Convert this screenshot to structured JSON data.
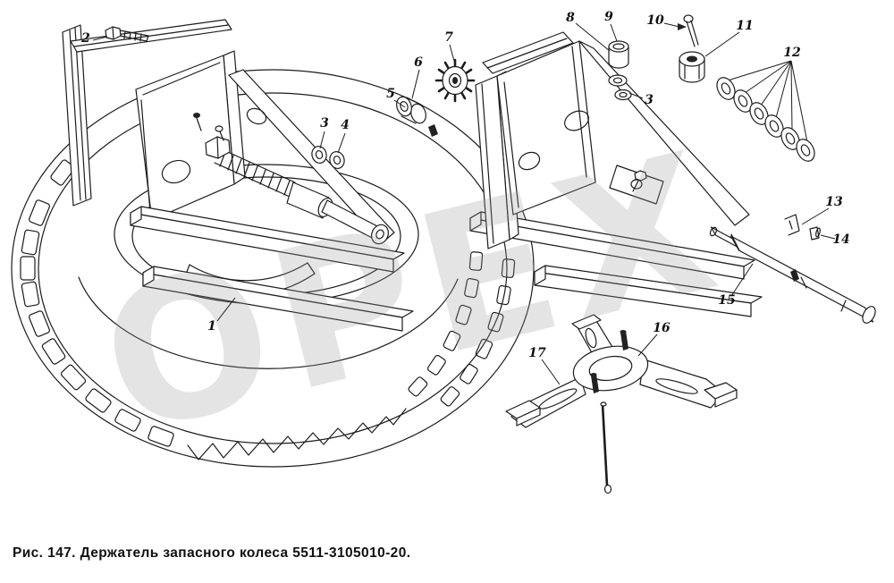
{
  "figure": {
    "caption": "Рис. 147. Держатель запасного колеса 5511-3105010-20.",
    "watermark": "ОРЕХ"
  },
  "labels": [
    {
      "text": "2"
    },
    {
      "text": "1"
    },
    {
      "text": "3"
    },
    {
      "text": "4"
    },
    {
      "text": "5"
    },
    {
      "text": "6"
    },
    {
      "text": "7"
    },
    {
      "text": "8"
    },
    {
      "text": "9"
    },
    {
      "text": "10"
    },
    {
      "text": "11"
    },
    {
      "text": "12"
    },
    {
      "text": "3"
    },
    {
      "text": "13"
    },
    {
      "text": "14"
    },
    {
      "text": "15"
    },
    {
      "text": "16"
    },
    {
      "text": "17"
    }
  ]
}
